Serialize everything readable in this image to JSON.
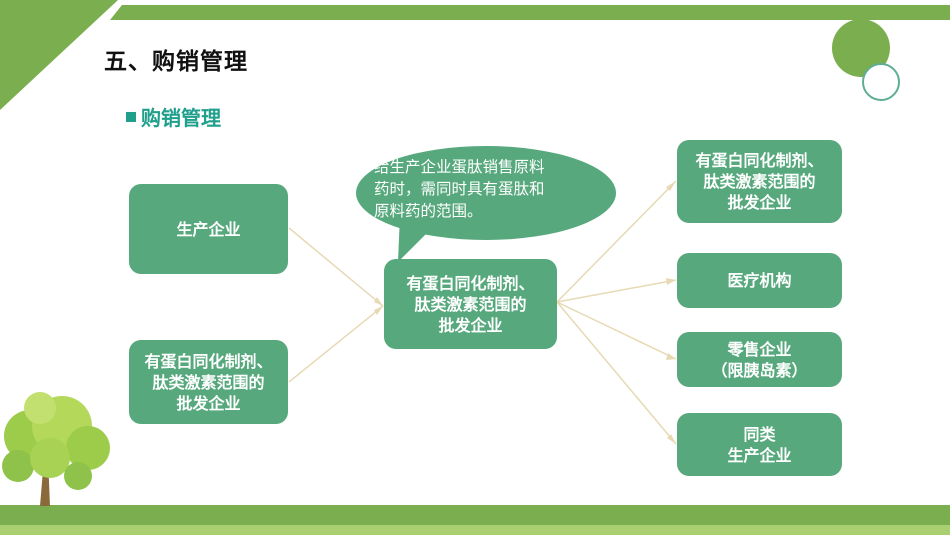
{
  "slide": {
    "title": "五、购销管理",
    "subtitle": "购销管理"
  },
  "flow": {
    "left_boxes": [
      {
        "label": "生产企业"
      },
      {
        "label": "有蛋白同化制剂、\n肽类激素范围的\n批发企业"
      }
    ],
    "center_box": {
      "label": "有蛋白同化制剂、\n肽类激素范围的\n批发企业"
    },
    "right_boxes": [
      {
        "label": "有蛋白同化制剂、\n肽类激素范围的\n批发企业"
      },
      {
        "label": "医疗机构"
      },
      {
        "label": "零售企业\n（限胰岛素）"
      },
      {
        "label": "同类\n生产企业"
      }
    ],
    "callout": "给生产企业蛋肽销售原料\n药时，需同时具有蛋肽和\n原料药的范围。"
  },
  "colors": {
    "box_green": "#57a97d",
    "accent_teal": "#1f9f8c",
    "bar_green": "#7aae4f",
    "connector": "#e6d9b4"
  }
}
